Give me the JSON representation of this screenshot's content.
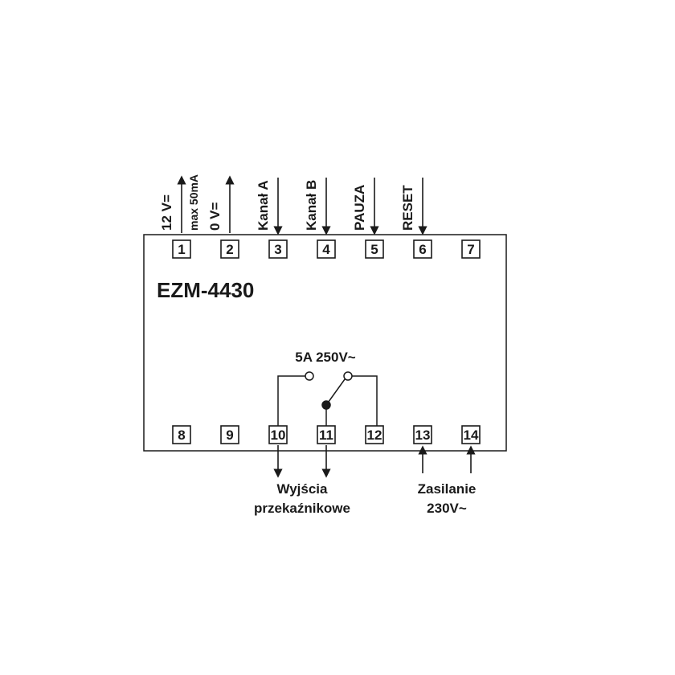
{
  "device": {
    "model": "EZM-4430"
  },
  "top_terminals": [
    {
      "number": "1",
      "signal": "12 V=",
      "note": "max 50mA",
      "direction": "out"
    },
    {
      "number": "2",
      "signal": "0 V=",
      "direction": "out"
    },
    {
      "number": "3",
      "signal": "Kanał A",
      "direction": "in"
    },
    {
      "number": "4",
      "signal": "Kanał B",
      "direction": "in"
    },
    {
      "number": "5",
      "signal": "PAUZA",
      "direction": "in"
    },
    {
      "number": "6",
      "signal": "RESET",
      "direction": "in"
    },
    {
      "number": "7",
      "signal": "",
      "direction": "none"
    }
  ],
  "bottom_terminals": [
    {
      "number": "8",
      "direction": "none"
    },
    {
      "number": "9",
      "direction": "none"
    },
    {
      "number": "10",
      "direction": "out"
    },
    {
      "number": "11",
      "direction": "out"
    },
    {
      "number": "12",
      "direction": "none"
    },
    {
      "number": "13",
      "direction": "in"
    },
    {
      "number": "14",
      "direction": "in"
    }
  ],
  "relay": {
    "rating": "5A 250V~"
  },
  "groups": {
    "relay_outputs": [
      "Wyjścia",
      "przekaźnikowe"
    ],
    "power_supply": [
      "Zasilanie",
      "230V~"
    ]
  },
  "colors": {
    "line": "#1a1a1a",
    "background": "#ffffff"
  }
}
